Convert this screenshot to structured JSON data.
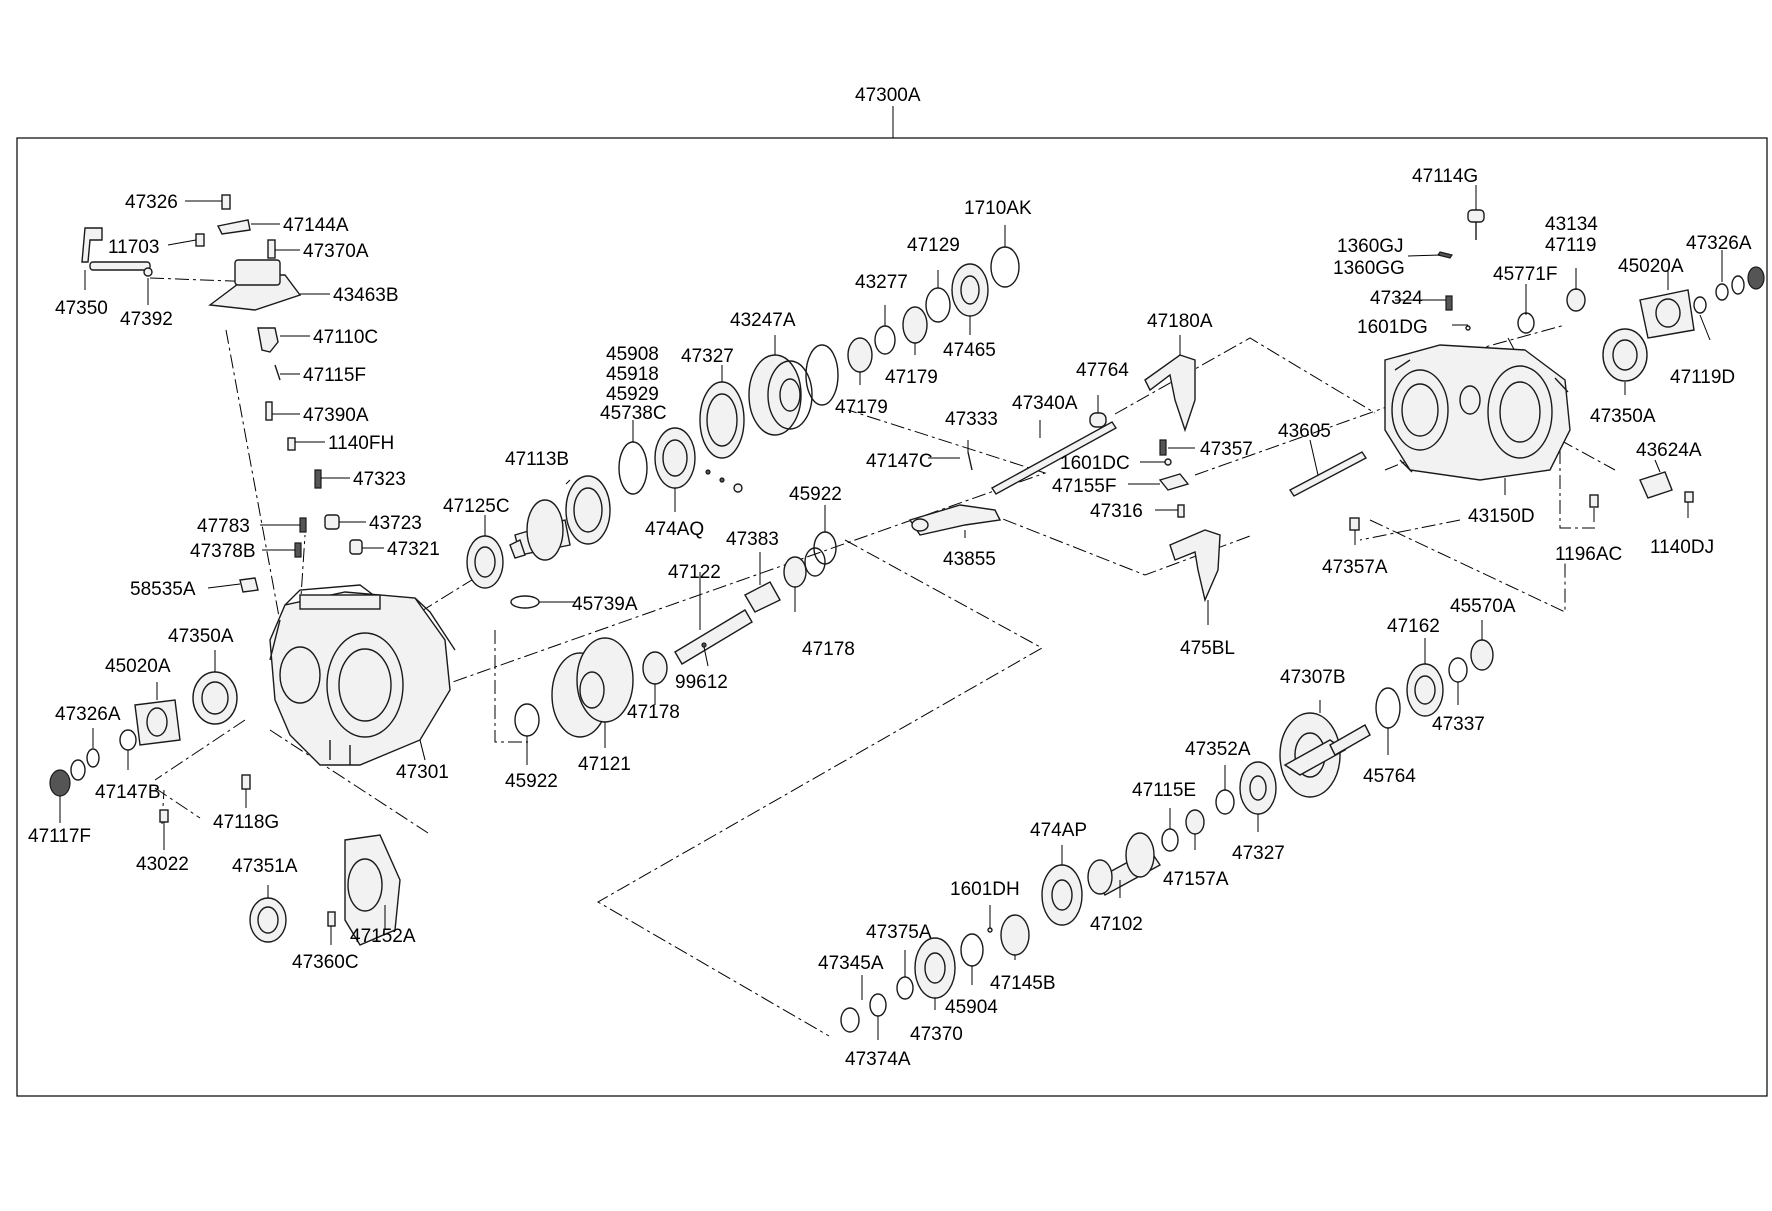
{
  "assembly_label": "47300A",
  "labels": {
    "l47326": "47326",
    "l47144A": "47144A",
    "l11703": "11703",
    "l47370A": "47370A",
    "l43463B": "43463B",
    "l47350": "47350",
    "l47392": "47392",
    "l47110C": "47110C",
    "l47115F": "47115F",
    "l47390A": "47390A",
    "l1140FH": "1140FH",
    "l47323": "47323",
    "l47783": "47783",
    "l43723": "43723",
    "l47378B": "47378B",
    "l47321": "47321",
    "l58535A": "58535A",
    "l47350A_l": "47350A",
    "l45020A_l": "45020A",
    "l47326A_l": "47326A",
    "l47147B": "47147B",
    "l47117F": "47117F",
    "l43022": "43022",
    "l47118G": "47118G",
    "l47351A": "47351A",
    "l47152A": "47152A",
    "l47360C": "47360C",
    "l47301": "47301",
    "l47125C": "47125C",
    "l45739A": "45739A",
    "l45922_b": "45922",
    "l47121": "47121",
    "l47178_a": "47178",
    "l99612": "99612",
    "l47122": "47122",
    "l47383": "47383",
    "l45922_t": "45922",
    "l47178_b": "47178",
    "l47113B": "47113B",
    "l45908": "45908",
    "l45918": "45918",
    "l45929": "45929",
    "l45738C": "45738C",
    "l474AQ": "474AQ",
    "l47327_t": "47327",
    "l43247A": "43247A",
    "l43277": "43277",
    "l47129": "47129",
    "l1710AK": "1710AK",
    "l47465": "47465",
    "l47179_a": "47179",
    "l47179_b": "47179",
    "l47333": "47333",
    "l47340A": "47340A",
    "l47147C": "47147C",
    "l43855": "43855",
    "l47764": "47764",
    "l47180A": "47180A",
    "l47357": "47357",
    "l1601DC": "1601DC",
    "l47155F": "47155F",
    "l47316": "47316",
    "l475BL": "475BL",
    "l43605": "43605",
    "l47114G": "47114G",
    "l1360GJ": "1360GJ",
    "l1360GG": "1360GG",
    "l47324": "47324",
    "l1601DG": "1601DG",
    "l43134": "43134",
    "l47119": "47119",
    "l45771F": "45771F",
    "l45020A_r": "45020A",
    "l47326A_r": "47326A",
    "l47119D": "47119D",
    "l47350A_r": "47350A",
    "l43624A": "43624A",
    "l43150D": "43150D",
    "l1196AC": "1196AC",
    "l1140DJ": "1140DJ",
    "l47357A": "47357A",
    "l47162": "47162",
    "l45570A": "45570A",
    "l47307B": "47307B",
    "l47337": "47337",
    "l45764": "45764",
    "l47352A": "47352A",
    "l47115E": "47115E",
    "l47327_b": "47327",
    "l474AP": "474AP",
    "l47157A": "47157A",
    "l47102": "47102",
    "l1601DH": "1601DH",
    "l47375A": "47375A",
    "l47345A": "47345A",
    "l47145B": "47145B",
    "l45904": "45904",
    "l47370": "47370",
    "l47374A": "47374A"
  }
}
